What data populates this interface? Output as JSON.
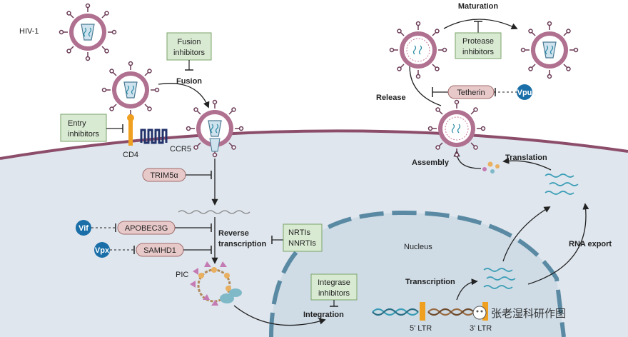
{
  "labels": {
    "hiv1": "HIV-1",
    "fusion": "Fusion",
    "cd4": "CD4",
    "ccr5": "CCR5",
    "trim5a": "TRIM5α",
    "vif": "Vif",
    "apobec3g": "APOBEC3G",
    "vpx": "Vpx",
    "samhd1": "SAMHD1",
    "reverse_transcription_1": "Reverse",
    "reverse_transcription_2": "transcription",
    "pic": "PIC",
    "nucleus": "Nucleus",
    "integration": "Integration",
    "transcription": "Transcription",
    "ltr5": "5' LTR",
    "ltr3": "3' LTR",
    "rna_export": "RNA export",
    "translation": "Translation",
    "assembly": "Assembly",
    "release": "Release",
    "tetherin": "Tetherin",
    "vpu": "Vpu",
    "maturation": "Maturation"
  },
  "inhibitors": {
    "fusion_1": "Fusion",
    "fusion_2": "inhibitors",
    "entry_1": "Entry",
    "entry_2": "inhibitors",
    "nrti_1": "NRTIs",
    "nrti_2": "NNRTIs",
    "integrase_1": "Integrase",
    "integrase_2": "inhibitors",
    "protease_1": "Protease",
    "protease_2": "inhibitors"
  },
  "watermark": "张老湿科研作图",
  "colors": {
    "cytoplasm": "#dfe6ee",
    "membrane": "#8c4d6a",
    "inhibitor_box": "#d9ead3",
    "restriction_box": "#e8c9c9",
    "accessory_circle": "#1a6fa8",
    "virion": "#9b5a7d",
    "dna_teal": "#3a9db5",
    "dna_brown": "#9a6a42",
    "ltr_marker": "#f0a020"
  }
}
